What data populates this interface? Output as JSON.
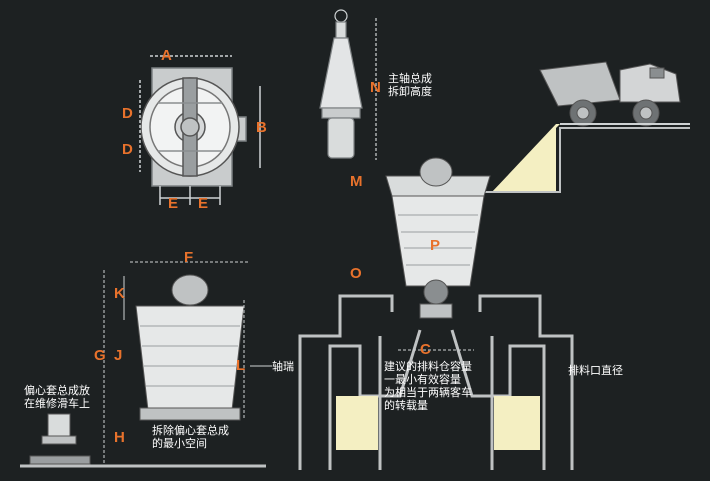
{
  "labels": {
    "A": "A",
    "B": "B",
    "C": "C",
    "D1": "D",
    "D2": "D",
    "E1": "E",
    "E2": "E",
    "F": "F",
    "G": "G",
    "H": "H",
    "J": "J",
    "K": "K",
    "L": "L",
    "M": "M",
    "N": "N",
    "O": "O",
    "P": "P"
  },
  "annotations": {
    "main_shaft": "主轴总成\n拆卸高度",
    "eccentric": "偏心套总成放\n在维修滑车上",
    "removal_space": "拆除偏心套总成\n的最小空间",
    "bushing": "轴瑞",
    "discharge_dia": "排料口直径",
    "hopper_capacity": "建议的排料仓容量\n一最小有效容量\n为相当于两辆客车\n的转载量"
  },
  "colors": {
    "background": "#1d2122",
    "label": "#e8722c",
    "line": "#cfd3d4",
    "fill": "#d9dcdc",
    "material": "#f4efc2"
  }
}
